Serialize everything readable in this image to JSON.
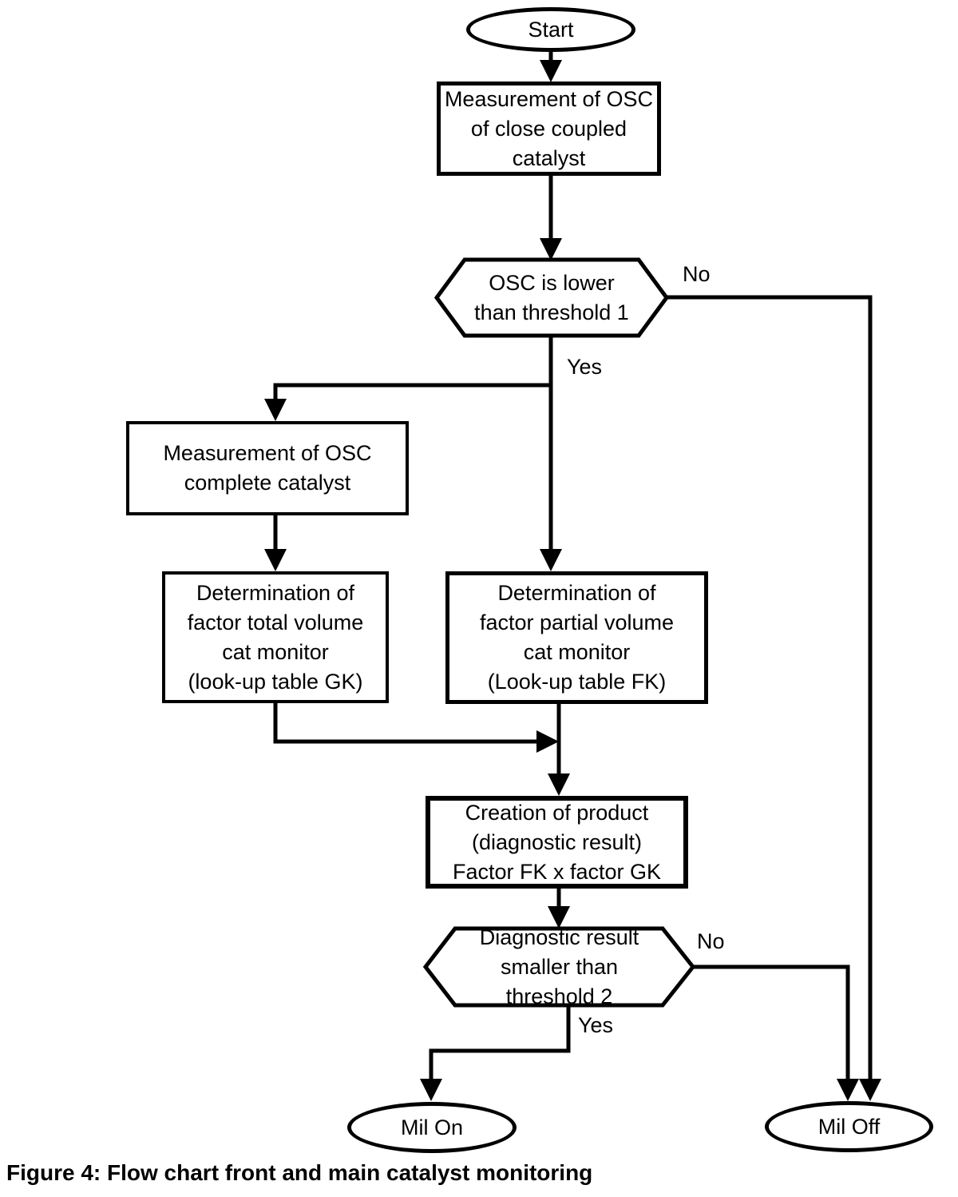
{
  "figure": {
    "caption": "Figure 4: Flow chart front and main catalyst monitoring"
  },
  "nodes": {
    "start": {
      "label": "Start",
      "shape": "terminator"
    },
    "measure_close_coupled": {
      "label": "Measurement of OSC\nof close coupled\ncatalyst",
      "shape": "process"
    },
    "decision_threshold1": {
      "label": "OSC is lower\nthan threshold 1",
      "shape": "decision"
    },
    "measure_complete": {
      "label": "Measurement of OSC\ncomplete catalyst",
      "shape": "process"
    },
    "det_total_volume": {
      "label": "Determination of\nfactor total volume\ncat monitor\n(look-up table GK)",
      "shape": "process"
    },
    "det_partial_volume": {
      "label": "Determination of\nfactor partial volume\ncat monitor\n(Look-up table FK)",
      "shape": "process"
    },
    "creation_product": {
      "label": "Creation of product\n(diagnostic result)\nFactor FK x factor GK",
      "shape": "process"
    },
    "decision_threshold2": {
      "label": "Diagnostic result\nsmaller than\nthreshold 2",
      "shape": "decision"
    },
    "mil_on": {
      "label": "Mil On",
      "shape": "terminator"
    },
    "mil_off": {
      "label": "Mil Off",
      "shape": "terminator"
    }
  },
  "edge_labels": {
    "decision1_no": "No",
    "decision1_yes": "Yes",
    "decision2_no": "No",
    "decision2_yes": "Yes"
  },
  "colors": {
    "line": "#000000",
    "background": "#ffffff",
    "text": "#000000"
  }
}
